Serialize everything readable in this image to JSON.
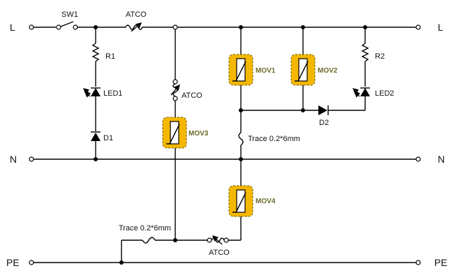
{
  "rails": {
    "line": "L",
    "neutral": "N",
    "earth": "PE"
  },
  "labels": {
    "sw1": "SW1",
    "atco_top": "ATCO",
    "atco_mid": "ATCO",
    "atco_bottom": "ATCO",
    "r1": "R1",
    "r2": "R2",
    "led1": "LED1",
    "led2": "LED2",
    "d1": "D1",
    "d2": "D2",
    "mov1": "MOV1",
    "mov2": "MOV2",
    "mov3": "MOV3",
    "mov4": "MOV4",
    "trace_upper": "Trace 0.2*6mm",
    "trace_lower": "Trace 0.2*6mm"
  },
  "colors": {
    "wire": "#000000",
    "mov_fill": "#f5b800",
    "mov_text": "#6b6b2c"
  }
}
